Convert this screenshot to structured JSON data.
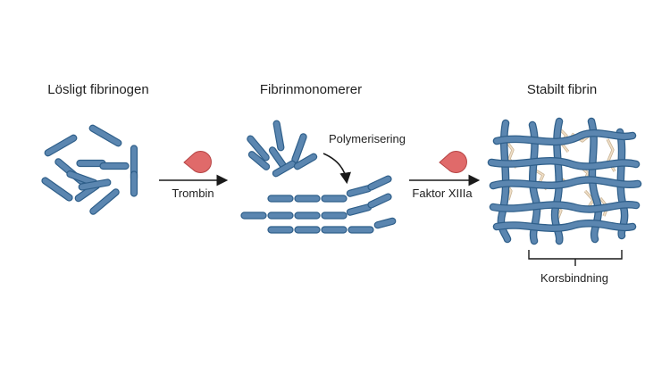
{
  "titles": {
    "soluble": "Lösligt fibrinogen",
    "monomers": "Fibrinmonomerer",
    "stable": "Stabilt fibrin"
  },
  "steps": {
    "enzyme1": "Trombin",
    "process": "Polymerisering",
    "enzyme2": "Faktor XIIIa",
    "crosslink": "Korsbindning"
  },
  "colors": {
    "rod_fill": "#5b86b0",
    "rod_stroke": "#2f5f8a",
    "enzyme": "#e06a6a",
    "crosslink": "#e6cfb4",
    "arrow": "#1a1a1a"
  }
}
